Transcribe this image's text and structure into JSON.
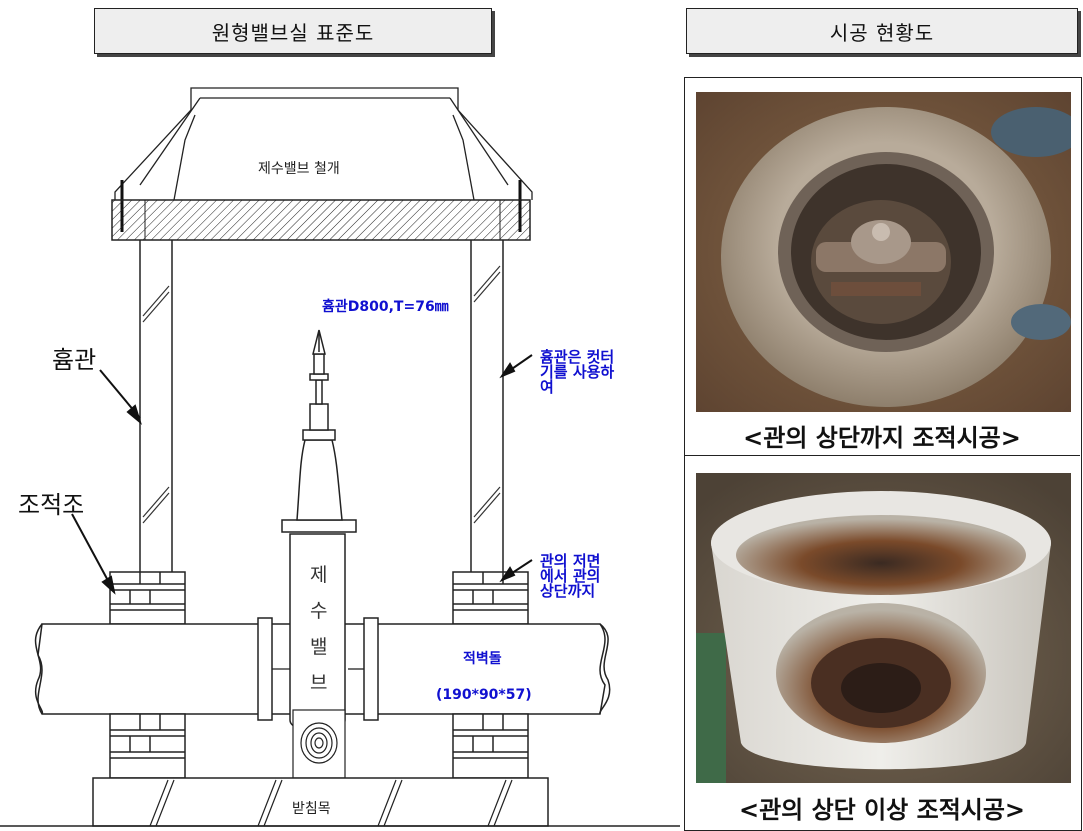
{
  "titles": {
    "left": "원형밸브실 표준도",
    "right": "시공 현황도"
  },
  "drawing": {
    "cover_label": "제수밸브 철개",
    "pipe_spec": "흄관D800,T=76㎜",
    "hume_label": "흄관",
    "brick_label": "조적조",
    "note_cutter": [
      "흄관은 컷터",
      "기를 사용하",
      "여"
    ],
    "note_brick": [
      "관의 저면",
      "에서 관의",
      "상단까지"
    ],
    "valve_chars": [
      "제",
      "수",
      "밸",
      "브"
    ],
    "brick_name": "적벽돌",
    "brick_size": "(190*90*57)",
    "support_label": "받침목"
  },
  "photos": {
    "caption_top": "<관의 상단까지 조적시공>",
    "caption_bottom": "<관의 상단 이상 조적시공>"
  },
  "colors": {
    "note_blue": "#1010d0",
    "title_bg": "#eeeeee"
  }
}
